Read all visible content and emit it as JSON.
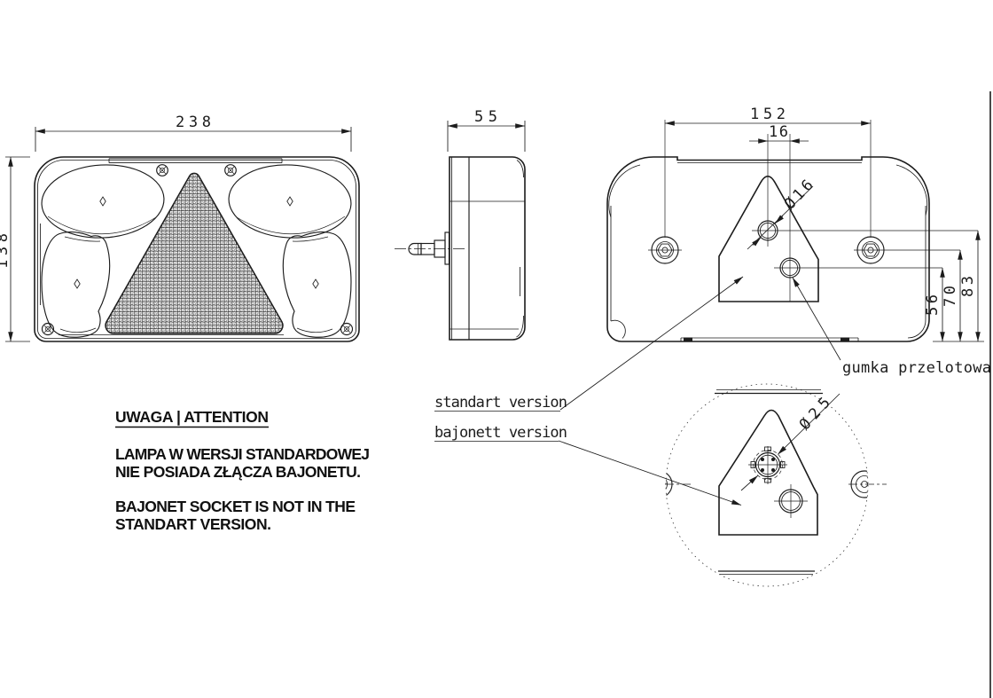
{
  "drawing": {
    "dimensions": {
      "front_width": "238",
      "front_height": "138",
      "side_depth": "55",
      "rear_hole_spacing": "152",
      "rear_hole_offset": "16",
      "rear_hole_diameter": "Ø16",
      "detail_hole_diameter": "Ø25",
      "dim_bottom_hole_height": "56",
      "dim_screw_height": "70",
      "dim_top_hole_height": "83"
    },
    "labels": {
      "grommet": "gumka przelotowa",
      "standart": "standart version",
      "bajonett": "bajonett version"
    },
    "note": {
      "title": "UWAGA | ATTENTION",
      "pl_line1": "LAMPA W WERSJI STANDARDOWEJ",
      "pl_line2": "NIE POSIADA ZŁĄCZA BAJONETU.",
      "en_line1": "BAJONET SOCKET IS NOT IN THE",
      "en_line2": "STANDART VERSION."
    },
    "colors": {
      "line": "#1c1c1c",
      "background": "#ffffff"
    }
  }
}
